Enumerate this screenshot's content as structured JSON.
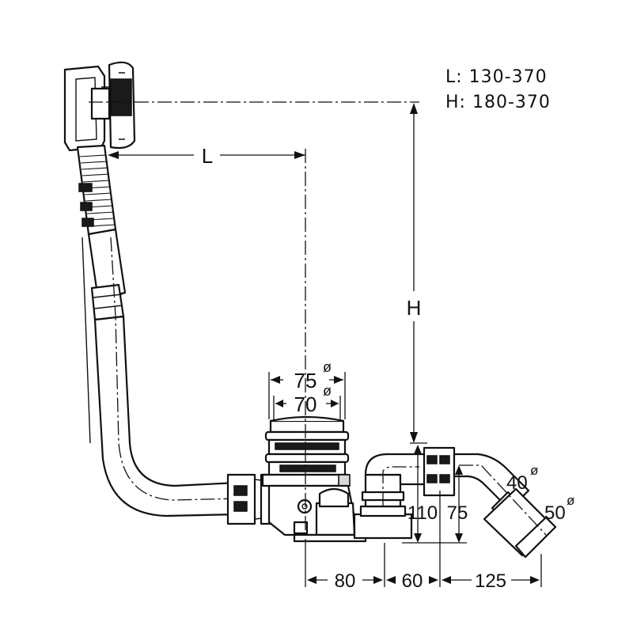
{
  "specs": {
    "length_range": "L: 130-370",
    "height_range": "H: 180-370"
  },
  "labels": {
    "length": "L",
    "height": "H",
    "diameter_75": "75",
    "diameter_70": "70",
    "diameter_40": "40",
    "diameter_50": "50",
    "diameter_symbol": "ø",
    "height_110": "110",
    "height_75": "75",
    "width_80": "80",
    "width_60": "60",
    "width_125": "125"
  }
}
